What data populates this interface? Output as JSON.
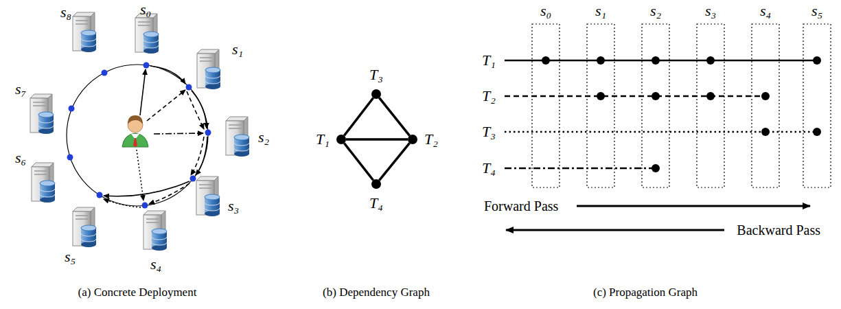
{
  "diagram": {
    "nodes": [
      {
        "text": [
          "T₃"
        ]
      },
      {
        "text": [
          "T₁"
        ]
      },
      {
        "text": [
          "T₂"
        ]
      },
      {
        "text": [
          "T₄"
        ]
      }
    ],
    "edges": [
      {
        "from": 0,
        "to": 1,
        "arrow": "none"
      },
      {
        "from": 0,
        "to": 2,
        "arrow": "none"
      },
      {
        "from": 1,
        "to": 2,
        "arrow": "none"
      },
      {
        "from": 1,
        "to": 3,
        "arrow": "none"
      },
      {
        "from": 2,
        "to": 3,
        "arrow": "none"
      }
    ],
    "labels": [
      "s₀",
      "s₁",
      "s₂",
      "s₃",
      "s₄",
      "s₅",
      "s₆",
      "s₇",
      "s₈",
      "s₀",
      "s₁",
      "s₂",
      "s₃",
      "s₄",
      "s₅",
      "T₁",
      "T₂",
      "T₃",
      "T₄",
      "Forward Pass",
      "Backward Pass",
      "(a) Concrete Deployment",
      "(b) Dependency Graph",
      "(c) Propagation Graph"
    ]
  }
}
